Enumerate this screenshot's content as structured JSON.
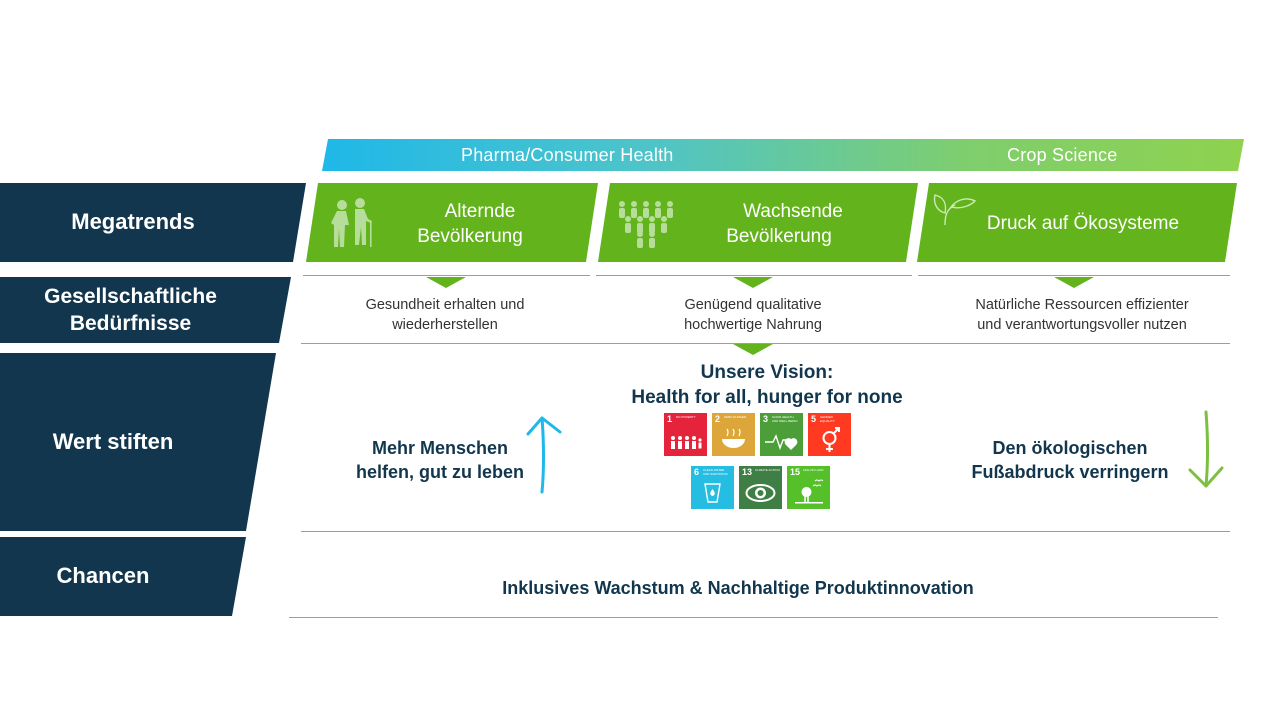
{
  "divisions": {
    "pharma": "Pharma/Consumer  Health",
    "crop": "Crop Science"
  },
  "rows": {
    "megatrends": "Megatrends",
    "beduerfnisse_1": "Gesellschaftliche",
    "beduerfnisse_2": "Bedürfnisse",
    "wert": "Wert stiften",
    "chancen": "Chancen"
  },
  "trends": [
    {
      "line1": "Alternde",
      "line2": "Bevölkerung",
      "icon": "elderly-people-icon"
    },
    {
      "line1": "Wachsende",
      "line2": "Bevölkerung",
      "icon": "crowd-icon"
    },
    {
      "line1": "Druck auf Ökosysteme",
      "line2": "",
      "icon": "seedling-icon"
    }
  ],
  "needs": [
    {
      "line1": "Gesundheit  erhalten  und",
      "line2": "wiederherstellen"
    },
    {
      "line1": "Genügend  qualitative",
      "line2": "hochwertige  Nahrung"
    },
    {
      "line1": "Natürliche  Ressourcen  effizienter",
      "line2": "und  verantwortungsvoller  nutzen"
    }
  ],
  "vision": {
    "line1": "Unsere Vision:",
    "line2": "Health  for all,  hunger for none"
  },
  "left_value": {
    "line1": "Mehr Menschen",
    "line2": "helfen, gut zu leben"
  },
  "right_value": {
    "line1": "Den ökologischen",
    "line2": "Fußabdruck verringern"
  },
  "chancen_text": "Inklusives Wachstum & Nachhaltige Produktinnovation",
  "sdgs": [
    {
      "num": "1",
      "caption": "NO POVERTY",
      "color": "#e5243b"
    },
    {
      "num": "2",
      "caption": "ZERO HUNGER",
      "color": "#dda63a"
    },
    {
      "num": "3",
      "caption": "GOOD HEALTH AND WELL-BEING",
      "color": "#4c9f38"
    },
    {
      "num": "5",
      "caption": "GENDER EQUALITY",
      "color": "#ff3a21"
    },
    {
      "num": "6",
      "caption": "CLEAN WATER AND SANITATION",
      "color": "#26bde2"
    },
    {
      "num": "13",
      "caption": "CLIMATE ACTION",
      "color": "#3f7e44"
    },
    {
      "num": "15",
      "caption": "LIFE ON LAND",
      "color": "#56c02b"
    }
  ],
  "colors": {
    "navy": "#12364d",
    "green": "#63b31c",
    "blue_arrow": "#1fb8e8",
    "green_arrow": "#7cc042"
  }
}
